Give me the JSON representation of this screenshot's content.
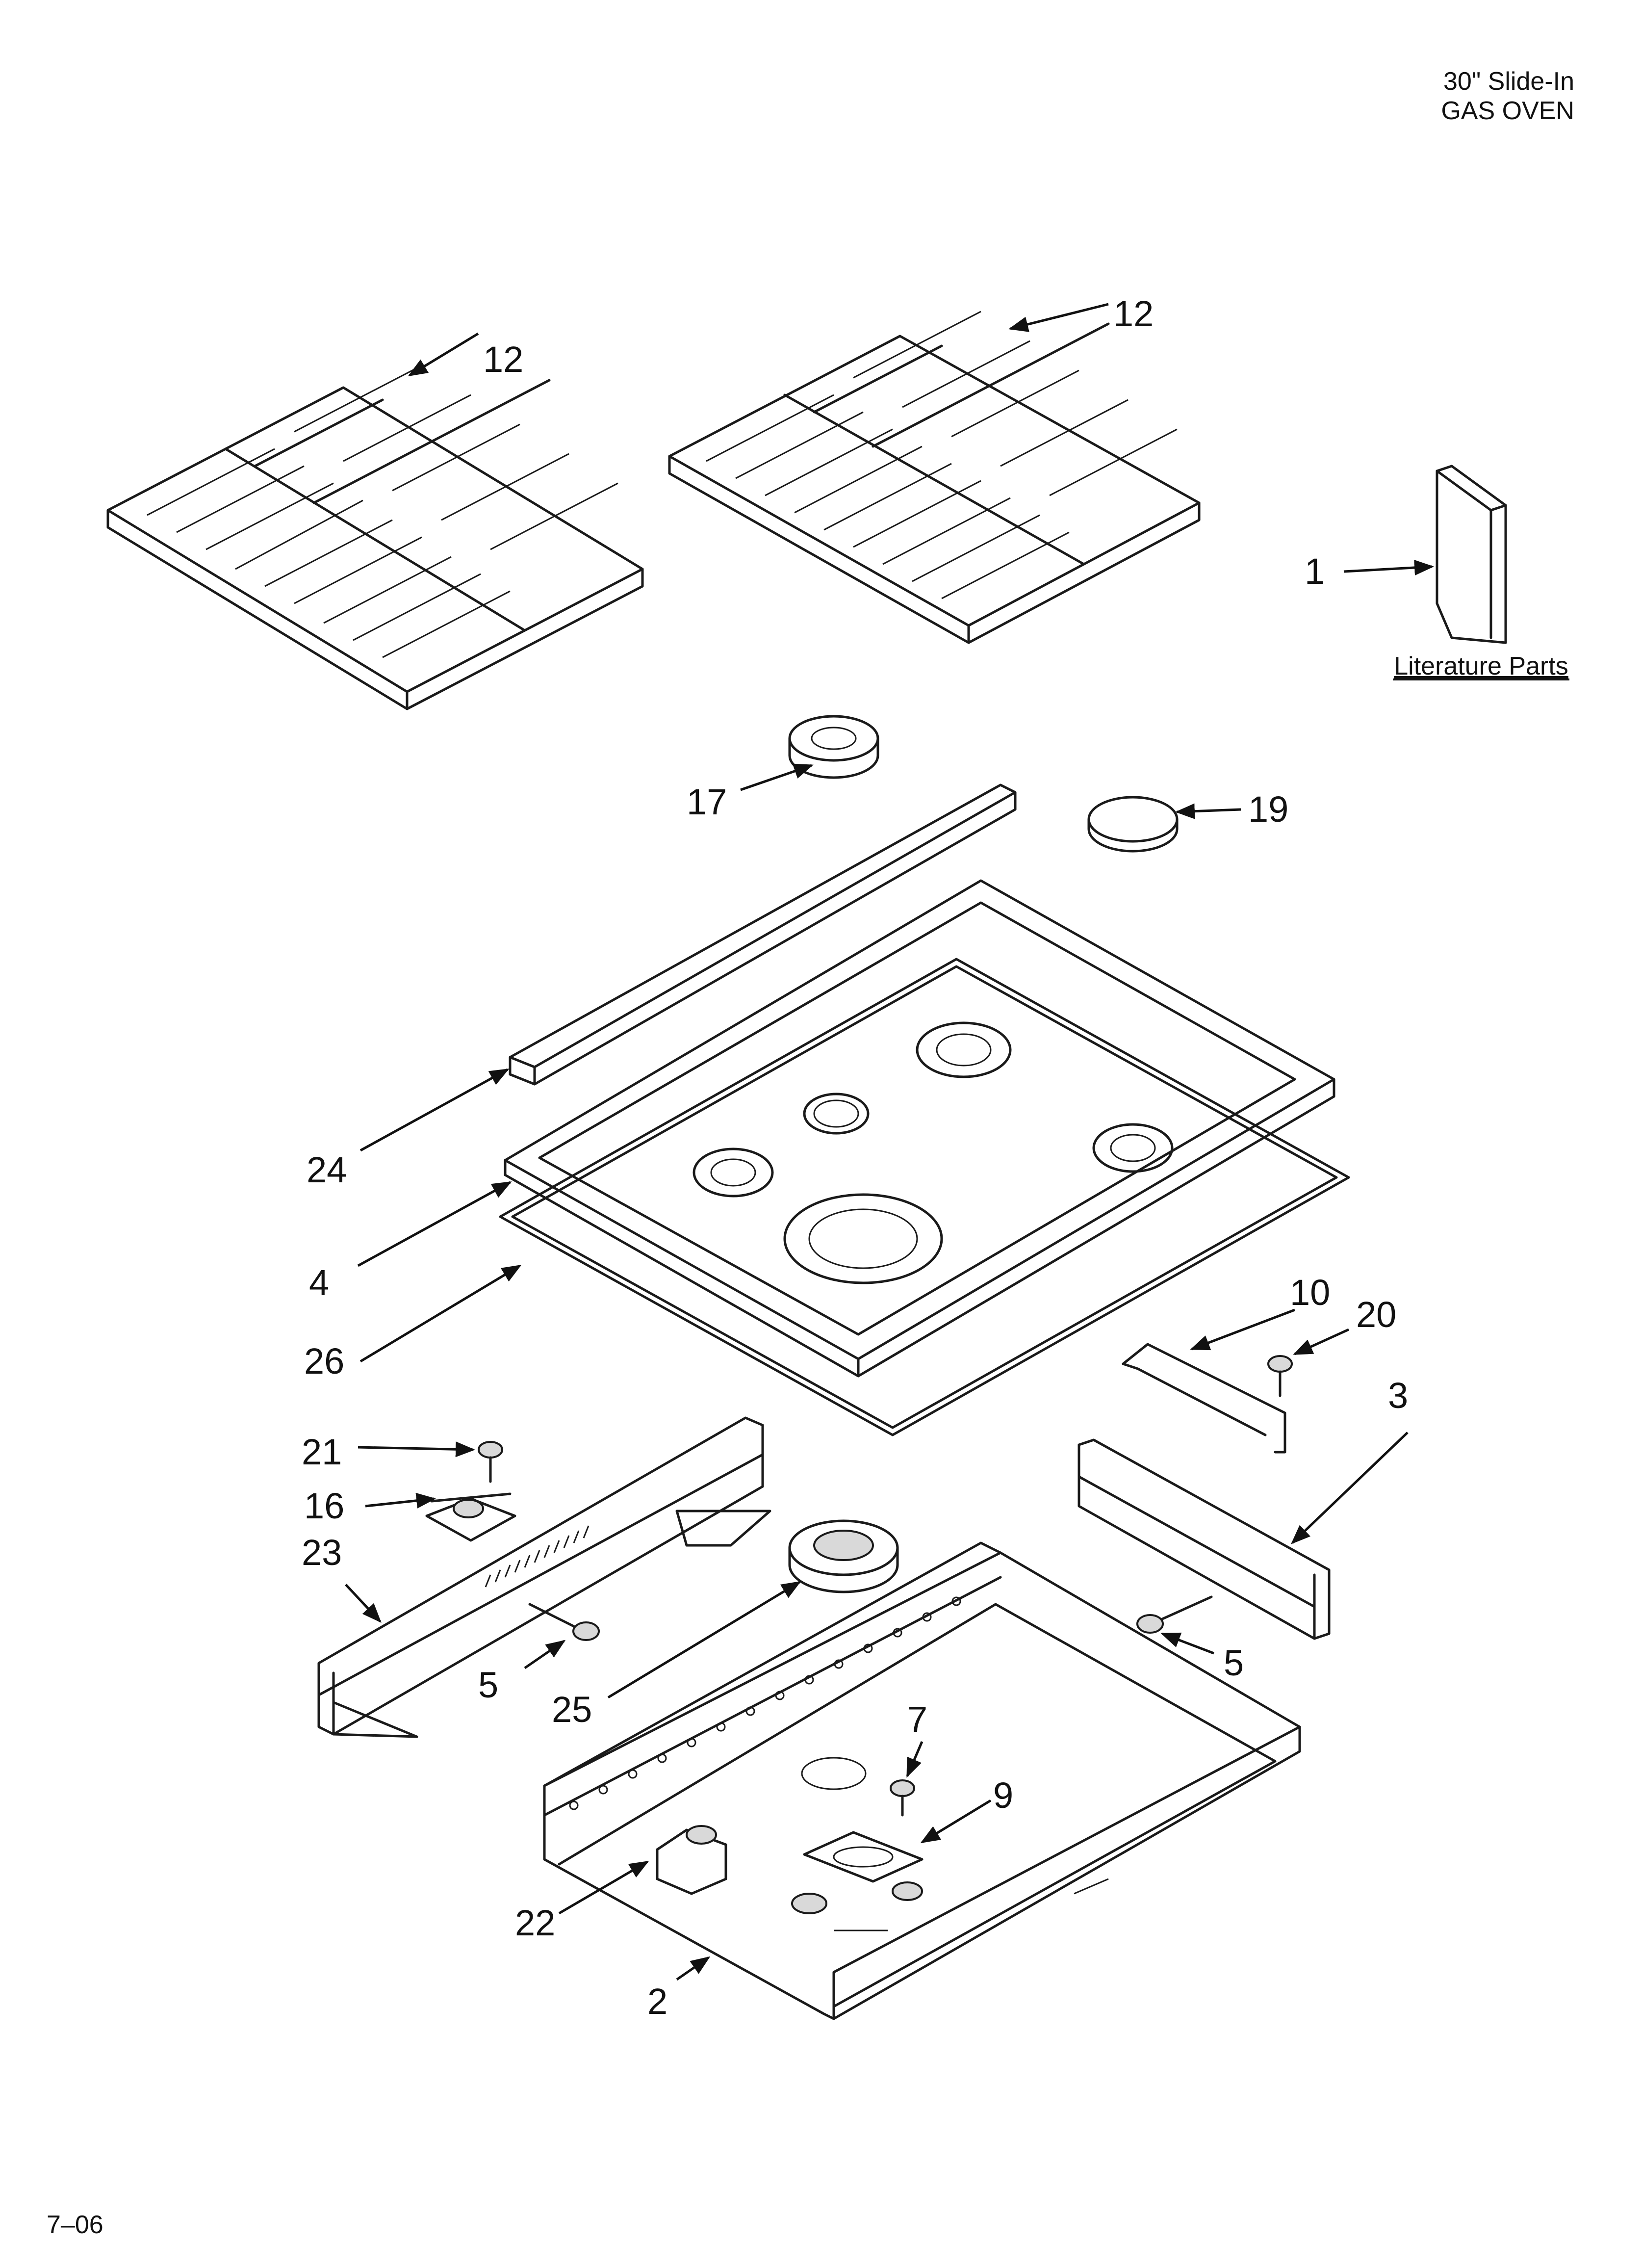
{
  "header": {
    "line1": "30\" Slide-In",
    "line2": "GAS OVEN"
  },
  "footer": {
    "date_code": "7–06"
  },
  "literature": {
    "label": "Literature Parts"
  },
  "callouts": [
    {
      "id": "grate-left",
      "num": "12"
    },
    {
      "id": "grate-right",
      "num": "12"
    },
    {
      "id": "literature",
      "num": "1"
    },
    {
      "id": "burner-cap-17",
      "num": "17"
    },
    {
      "id": "cap-19",
      "num": "19"
    },
    {
      "id": "trim-24",
      "num": "24"
    },
    {
      "id": "cooktop-4",
      "num": "4"
    },
    {
      "id": "gasket-26",
      "num": "26"
    },
    {
      "id": "bracket-10",
      "num": "10"
    },
    {
      "id": "screw-20",
      "num": "20"
    },
    {
      "id": "side-3",
      "num": "3"
    },
    {
      "id": "screw-21",
      "num": "21"
    },
    {
      "id": "igniter-16",
      "num": "16"
    },
    {
      "id": "side-23",
      "num": "23"
    },
    {
      "id": "screw-5-left",
      "num": "5"
    },
    {
      "id": "burner-25",
      "num": "25"
    },
    {
      "id": "screw-5-right",
      "num": "5"
    },
    {
      "id": "spud-7",
      "num": "7"
    },
    {
      "id": "bracket-9",
      "num": "9"
    },
    {
      "id": "valve-22",
      "num": "22"
    },
    {
      "id": "base-2",
      "num": "2"
    }
  ]
}
